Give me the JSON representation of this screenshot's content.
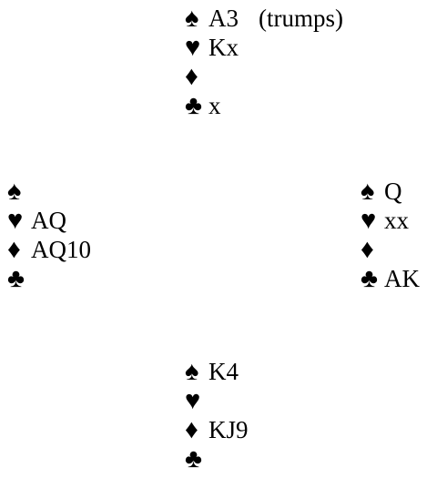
{
  "north": {
    "spades": "A3",
    "note": "(trumps)",
    "hearts": "Kx",
    "diamonds": "",
    "clubs": "x"
  },
  "west": {
    "spades": "",
    "hearts": "AQ",
    "diamonds": "AQ10",
    "clubs": ""
  },
  "east": {
    "spades": "Q",
    "hearts": "xx",
    "diamonds": "",
    "clubs": "AK"
  },
  "south": {
    "spades": "K4",
    "hearts": "",
    "diamonds": "KJ9",
    "clubs": ""
  },
  "suits": {
    "spades": "♠",
    "hearts": "♥",
    "diamonds": "♦",
    "clubs": "♣"
  }
}
